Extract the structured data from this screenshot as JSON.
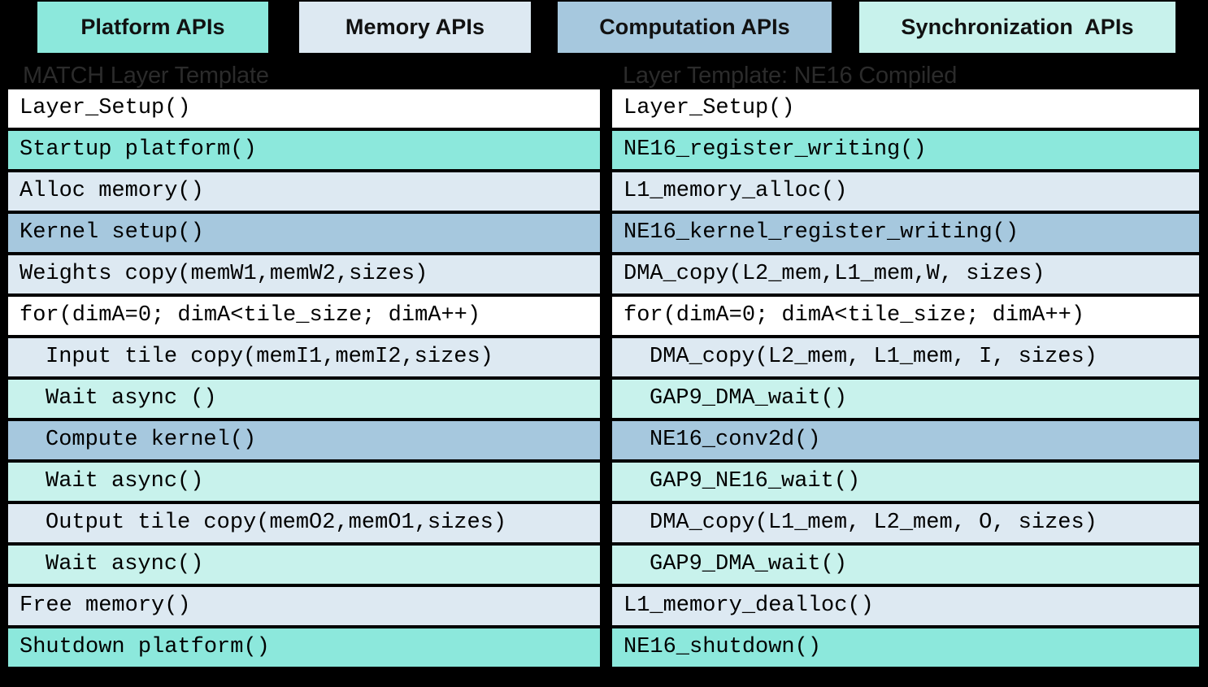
{
  "legend": {
    "items": [
      {
        "label": "Platform APIs",
        "category": "platform",
        "color": "#8ce8dc"
      },
      {
        "label": "Memory APIs",
        "category": "memory",
        "color": "#dde9f2"
      },
      {
        "label": "Computation APIs",
        "category": "computation",
        "color": "#a6c8de"
      },
      {
        "label": "Synchronization  APIs",
        "category": "synchronization",
        "color": "#c8f2ec"
      }
    ]
  },
  "columns": {
    "left": {
      "title": "MATCH Layer Template",
      "rows": [
        {
          "text": "Layer_Setup()",
          "category": "none",
          "indent": false
        },
        {
          "text": "Startup platform()",
          "category": "platform",
          "indent": false
        },
        {
          "text": "Alloc memory()",
          "category": "memory",
          "indent": false
        },
        {
          "text": "Kernel setup()",
          "category": "computation",
          "indent": false
        },
        {
          "text": "Weights copy(memW1,memW2,sizes)",
          "category": "memory",
          "indent": false
        },
        {
          "text": "for(dimA=0; dimA<tile_size; dimA++)",
          "category": "none",
          "indent": false
        },
        {
          "text": "Input tile copy(memI1,memI2,sizes)",
          "category": "memory",
          "indent": true
        },
        {
          "text": "Wait async ()",
          "category": "synchronization",
          "indent": true
        },
        {
          "text": "Compute kernel()",
          "category": "computation",
          "indent": true
        },
        {
          "text": "Wait async()",
          "category": "synchronization",
          "indent": true
        },
        {
          "text": "Output tile copy(memO2,memO1,sizes)",
          "category": "memory",
          "indent": true
        },
        {
          "text": "Wait async()",
          "category": "synchronization",
          "indent": true
        },
        {
          "text": "Free memory()",
          "category": "memory",
          "indent": false
        },
        {
          "text": "Shutdown platform()",
          "category": "platform",
          "indent": false
        }
      ]
    },
    "right": {
      "title": "Layer Template: NE16 Compiled",
      "rows": [
        {
          "text": "Layer_Setup()",
          "category": "none",
          "indent": false
        },
        {
          "text": "NE16_register_writing()",
          "category": "platform",
          "indent": false
        },
        {
          "text": "L1_memory_alloc()",
          "category": "memory",
          "indent": false
        },
        {
          "text": "NE16_kernel_register_writing()",
          "category": "computation",
          "indent": false
        },
        {
          "text": "DMA_copy(L2_mem,L1_mem,W, sizes)",
          "category": "memory",
          "indent": false
        },
        {
          "text": "for(dimA=0; dimA<tile_size; dimA++)",
          "category": "none",
          "indent": false
        },
        {
          "text": "DMA_copy(L2_mem, L1_mem, I, sizes)",
          "category": "memory",
          "indent": true
        },
        {
          "text": "GAP9_DMA_wait()",
          "category": "synchronization",
          "indent": true
        },
        {
          "text": "NE16_conv2d()",
          "category": "computation",
          "indent": true
        },
        {
          "text": "GAP9_NE16_wait()",
          "category": "synchronization",
          "indent": true
        },
        {
          "text": "DMA_copy(L1_mem, L2_mem, O, sizes)",
          "category": "memory",
          "indent": true
        },
        {
          "text": "GAP9_DMA_wait()",
          "category": "synchronization",
          "indent": true
        },
        {
          "text": "L1_memory_dealloc()",
          "category": "memory",
          "indent": false
        },
        {
          "text": "NE16_shutdown()",
          "category": "platform",
          "indent": false
        }
      ]
    }
  }
}
